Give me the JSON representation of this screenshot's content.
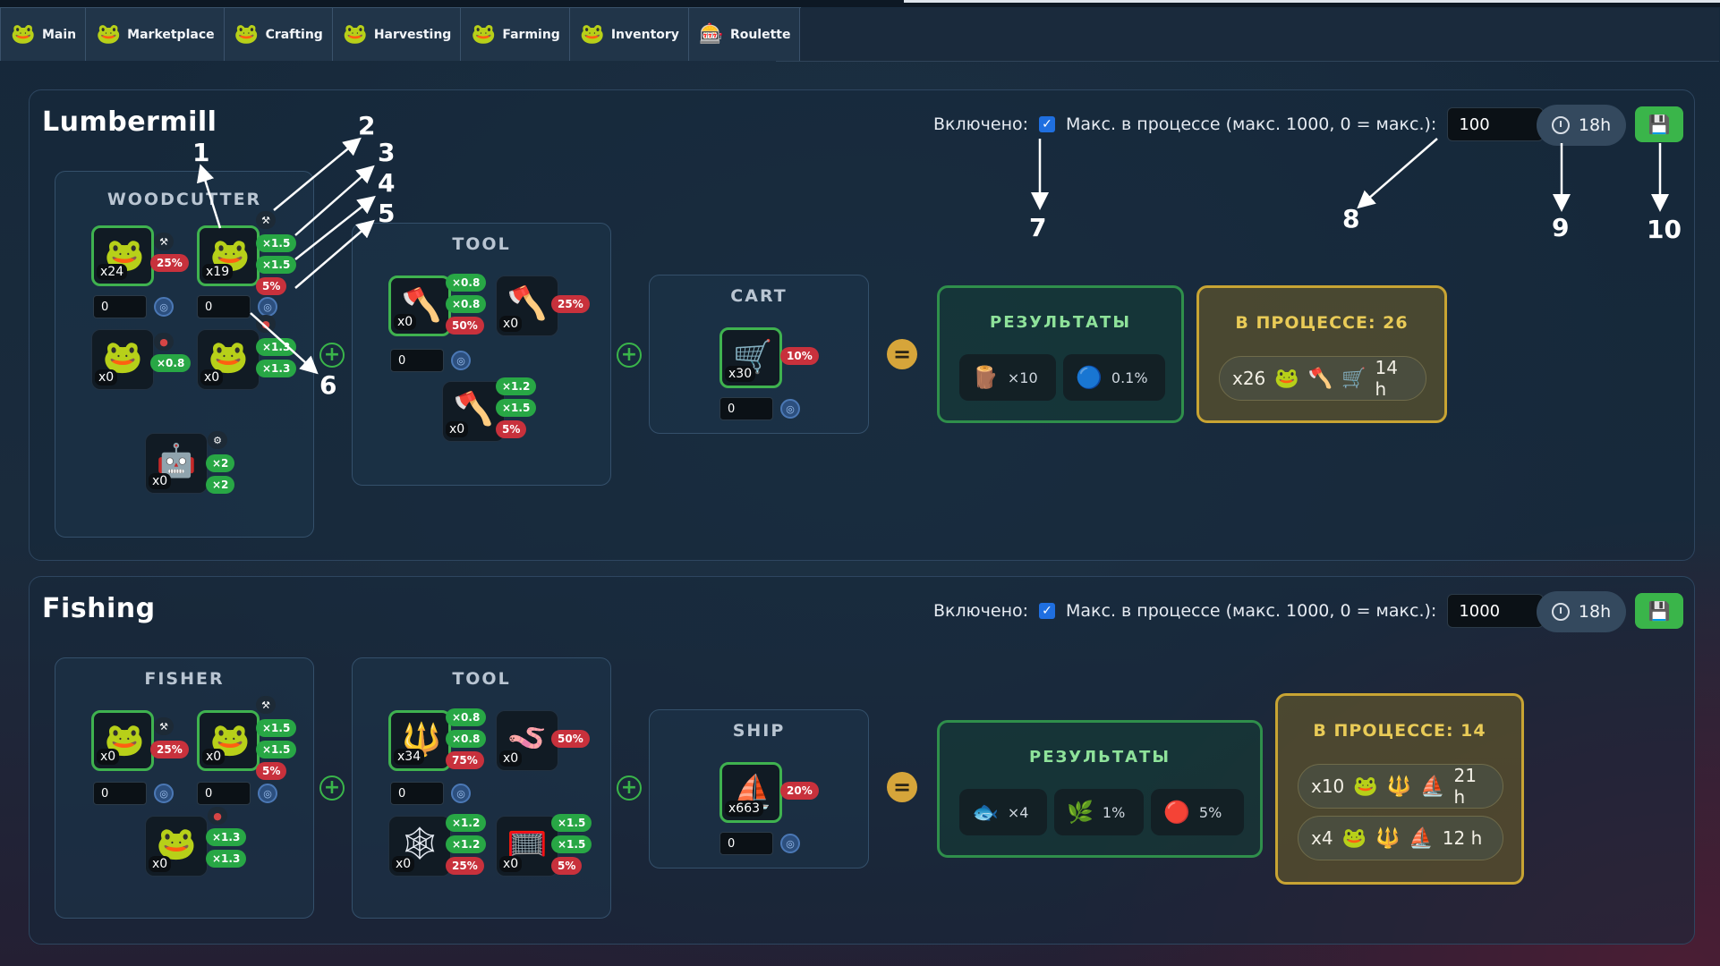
{
  "nav": {
    "tabs": [
      {
        "label": "Main",
        "icon": "🐸"
      },
      {
        "label": "Marketplace",
        "icon": "🐸"
      },
      {
        "label": "Crafting",
        "icon": "🐸"
      },
      {
        "label": "Harvesting",
        "icon": "🐸"
      },
      {
        "label": "Farming",
        "icon": "🐸"
      },
      {
        "label": "Inventory",
        "icon": "🐸"
      },
      {
        "label": "Roulette",
        "icon": "🎰"
      }
    ]
  },
  "common": {
    "enabled_label": "Включено:",
    "max_label": "Макс. в процессе (макс. 1000, 0 = макс.):",
    "results_title": "РЕЗУЛЬТАТЫ"
  },
  "lumbermill": {
    "title": "Lumbermill",
    "max_value": "100",
    "time": "18h",
    "worker_title": "WOODCUTTER",
    "tool_title": "TOOL",
    "cart_title": "CART",
    "workers": [
      {
        "count": "x24",
        "badges": [
          "25%"
        ],
        "input": "0"
      },
      {
        "count": "x19",
        "badges": [
          "×1.5",
          "×1.5",
          "5%"
        ],
        "input": "0"
      },
      {
        "count": "x0",
        "badges": [
          "×0.8"
        ]
      },
      {
        "count": "x0",
        "badges": [
          "×1.3",
          "×1.3"
        ]
      },
      {
        "count": "x0",
        "badges": [
          "×2",
          "×2"
        ]
      }
    ],
    "tools": [
      {
        "count": "x0",
        "badges": [
          "×0.8",
          "×0.8",
          "50%"
        ],
        "input": "0"
      },
      {
        "count": "x0",
        "badges": [
          "25%"
        ]
      },
      {
        "count": "x0",
        "badges": [
          "×1.2",
          "×1.5",
          "5%"
        ]
      }
    ],
    "cart": {
      "count": "x30",
      "badge": "10%",
      "input": "0"
    },
    "results": [
      {
        "icon": "log-icon",
        "text": "×10"
      },
      {
        "icon": "gem-icon",
        "text": "0.1%"
      }
    ],
    "process_title": "В ПРОЦЕССЕ: 26",
    "process": [
      {
        "count": "x26",
        "time": "14 h"
      }
    ]
  },
  "fishing": {
    "title": "Fishing",
    "max_value": "1000",
    "time": "18h",
    "worker_title": "FISHER",
    "tool_title": "TOOL",
    "ship_title": "SHIP",
    "workers": [
      {
        "count": "x0",
        "badges": [
          "25%"
        ],
        "input": "0"
      },
      {
        "count": "x0",
        "badges": [
          "×1.5",
          "×1.5",
          "5%"
        ],
        "input": "0"
      },
      {
        "count": "x0",
        "badges": [
          "×1.3",
          "×1.3"
        ]
      }
    ],
    "tools": [
      {
        "count": "x34",
        "badges": [
          "×0.8",
          "×0.8",
          "75%"
        ],
        "input": "0"
      },
      {
        "count": "x0",
        "badges": [
          "50%"
        ]
      },
      {
        "count": "x0",
        "badges": [
          "×1.2",
          "×1.2",
          "25%"
        ]
      },
      {
        "count": "x0",
        "badges": [
          "×1.5",
          "×1.5",
          "5%"
        ]
      }
    ],
    "ship": {
      "count": "x663",
      "badge": "20%",
      "input": "0"
    },
    "results": [
      {
        "icon": "fish-icon",
        "text": "×4"
      },
      {
        "icon": "seaweed-icon",
        "text": "1%"
      },
      {
        "icon": "pearl-icon",
        "text": "5%"
      }
    ],
    "process_title": "В ПРОЦЕССЕ: 14",
    "process": [
      {
        "count": "x10",
        "time": "21 h"
      },
      {
        "count": "x4",
        "time": "12 h"
      }
    ]
  },
  "annotations": [
    "1",
    "2",
    "3",
    "4",
    "5",
    "6",
    "7",
    "8",
    "9",
    "10"
  ],
  "colors": {
    "accent_green": "#3ab54a",
    "badge_red": "#c8313c",
    "process_gold": "#c8a433"
  }
}
